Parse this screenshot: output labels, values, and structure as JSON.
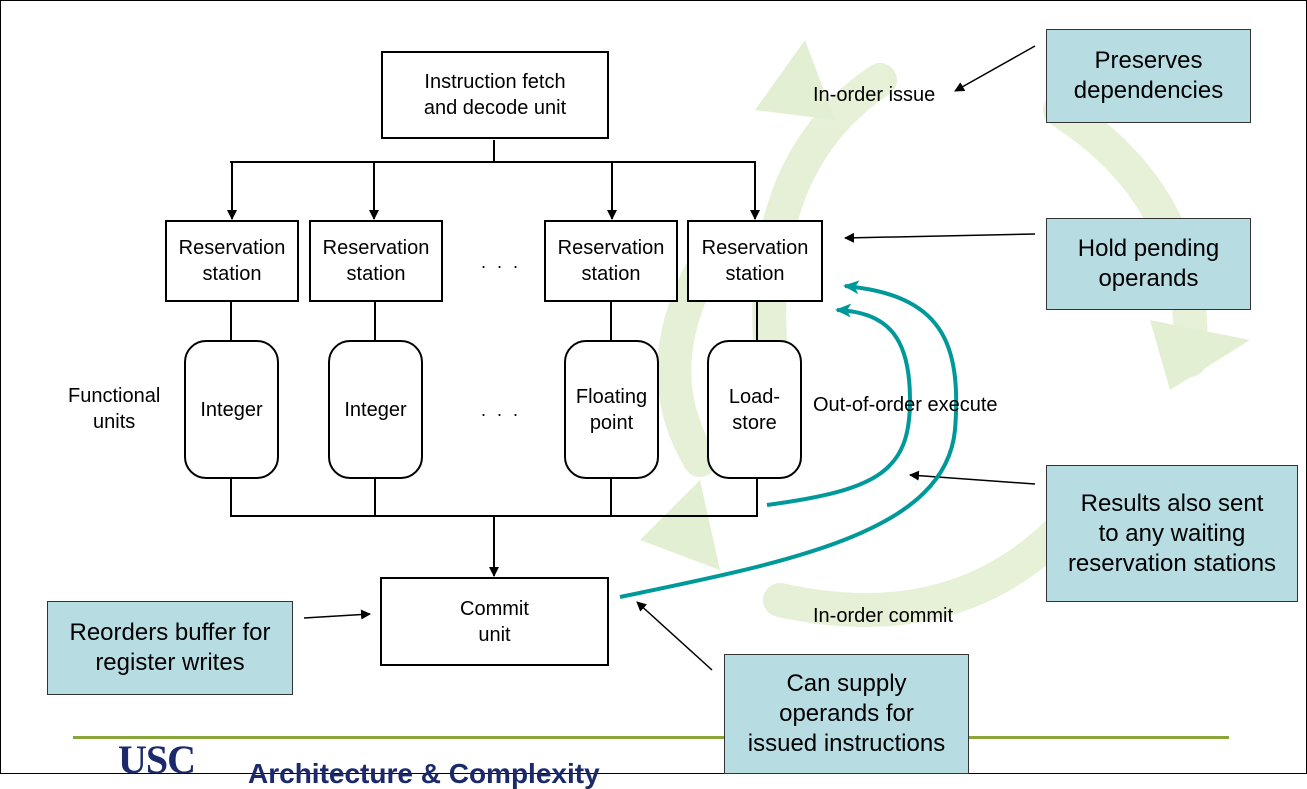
{
  "diagram": {
    "fetch_unit": "Instruction fetch\nand decode unit",
    "reservation_stations": [
      "Reservation\nstation",
      "Reservation\nstation",
      "Reservation\nstation",
      "Reservation\nstation"
    ],
    "ellipsis_rs": ". . .",
    "ellipsis_fu": ". . .",
    "functional_units_label": "Functional\nunits",
    "functional_units": [
      "Integer",
      "Integer",
      "Floating\npoint",
      "Load-\nstore"
    ],
    "commit_unit": "Commit\nunit",
    "label_in_order_issue": "In-order issue",
    "label_out_of_order_execute": "Out-of-order execute",
    "label_in_order_commit": "In-order commit"
  },
  "callouts": {
    "preserves": "Preserves\ndependencies",
    "hold_pending": "Hold pending\noperands",
    "results_sent": "Results also sent\nto any waiting\nreservation stations",
    "reorders": "Reorders buffer for\nregister writes",
    "can_supply": "Can supply\noperands for\nissued instructions"
  },
  "footer": {
    "logo": "USC",
    "title": "Architecture & Complexity"
  },
  "colors": {
    "callout_bg": "#b7dde3",
    "forward_path": "#00999a",
    "footer_rule": "#8aa53a",
    "footer_text": "#1c2a6b"
  }
}
